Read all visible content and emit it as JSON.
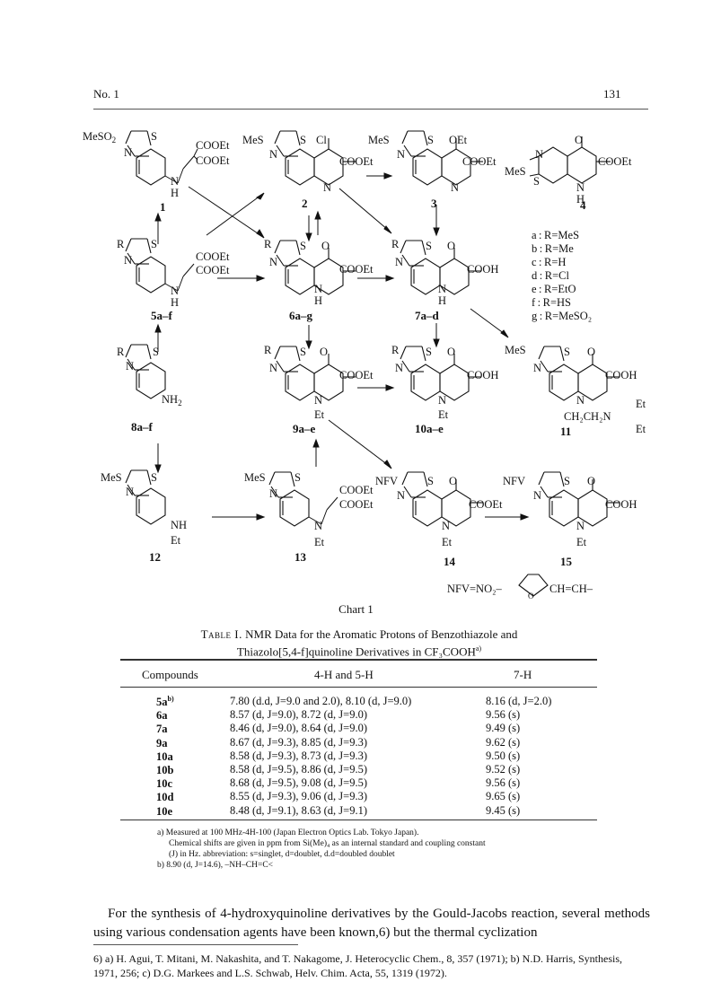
{
  "header": {
    "left": "No. 1",
    "right": "131"
  },
  "chart": {
    "caption": "Chart 1",
    "groups": {
      "mes": "MeS",
      "meso2": "MeSO",
      "two": "2",
      "s": "S",
      "n": "N",
      "h": "H",
      "o": "O",
      "r": "R",
      "cl": "Cl",
      "oet": "OEt",
      "cooet": "COOEt",
      "cooh": "COOH",
      "nh2": "NH",
      "nh": "NH",
      "et": "Et",
      "nfv": "NFV",
      "ch2ch2n": "CH₂CH₂N",
      "nfv_def": "NFV=NO₂–",
      "ch_ch": "CH=CH–"
    },
    "compound_labels": {
      "c1": "1",
      "c2": "2",
      "c3": "3",
      "c4": "4",
      "c5": "5a–f",
      "c6": "6a–g",
      "c7": "7a–d",
      "c8": "8a–f",
      "c9": "9a–e",
      "c10": "10a–e",
      "c11": "11",
      "c12": "12",
      "c13": "13",
      "c14": "14",
      "c15": "15"
    },
    "substituents": [
      "a : R=MeS",
      "b : R=Me",
      "c : R=H",
      "d : R=Cl",
      "e : R=EtO",
      "f : R=HS",
      "g : R=MeSO₂"
    ]
  },
  "table": {
    "title_prefix": "Table I.",
    "title_line1": "NMR Data for the Aromatic Protons of Benzothiazole and",
    "title_line2": "Thiazolo[5,4-f]quinoline Derivatives in CF₃COOH",
    "title_sup": "a)",
    "headers": [
      "Compounds",
      "4-H and 5-H",
      "7-H"
    ],
    "rows": [
      {
        "c": "5a",
        "sup": "b)",
        "h45": "7.80 (d.d, J=9.0 and 2.0), 8.10 (d, J=9.0)",
        "h7": "8.16 (d, J=2.0)"
      },
      {
        "c": "6a",
        "sup": "",
        "h45": "8.57 (d, J=9.0), 8.72 (d, J=9.0)",
        "h7": "9.56 (s)"
      },
      {
        "c": "7a",
        "sup": "",
        "h45": "8.46 (d, J=9.0), 8.64 (d, J=9.0)",
        "h7": "9.49 (s)"
      },
      {
        "c": "9a",
        "sup": "",
        "h45": "8.67 (d, J=9.3), 8.85 (d, J=9.3)",
        "h7": "9.62 (s)"
      },
      {
        "c": "10a",
        "sup": "",
        "h45": "8.58 (d, J=9.3), 8.73 (d, J=9.3)",
        "h7": "9.50 (s)"
      },
      {
        "c": "10b",
        "sup": "",
        "h45": "8.58 (d, J=9.5), 8.86 (d, J=9.5)",
        "h7": "9.52 (s)"
      },
      {
        "c": "10c",
        "sup": "",
        "h45": "8.68 (d, J=9.5), 9.08 (d, J=9.5)",
        "h7": "9.56 (s)"
      },
      {
        "c": "10d",
        "sup": "",
        "h45": "8.55 (d, J=9.3), 9.06 (d, J=9.3)",
        "h7": "9.65 (s)"
      },
      {
        "c": "10e",
        "sup": "",
        "h45": "8.48 (d, J=9.1), 8.63 (d, J=9.1)",
        "h7": "9.45 (s)"
      }
    ],
    "footnotes": [
      "a) Measured at 100 MHz-4H-100 (Japan Electron Optics Lab. Tokyo Japan).",
      "Chemical shifts are given in ppm from Si(Me)₄ as an internal standard and coupling constant",
      "(J) in Hz. abbreviation: s=singlet, d=doublet, d.d=doubled doublet",
      "b) 8.90 (d, J=14.6), –NH–CH=C<"
    ]
  },
  "body_text": "For the synthesis of 4-hydroxyquinoline derivatives by the Gould-Jacobs reaction, several methods using various condensation agents have been known,6) but the thermal cyclization",
  "reference": "6) a) H. Agui, T. Mitani, M. Nakashita, and T. Nakagome, J. Heterocyclic Chem., 8, 357 (1971); b) N.D. Harris, Synthesis, 1971, 256; c) D.G. Markees and L.S. Schwab, Helv. Chim. Acta, 55, 1319 (1972)."
}
